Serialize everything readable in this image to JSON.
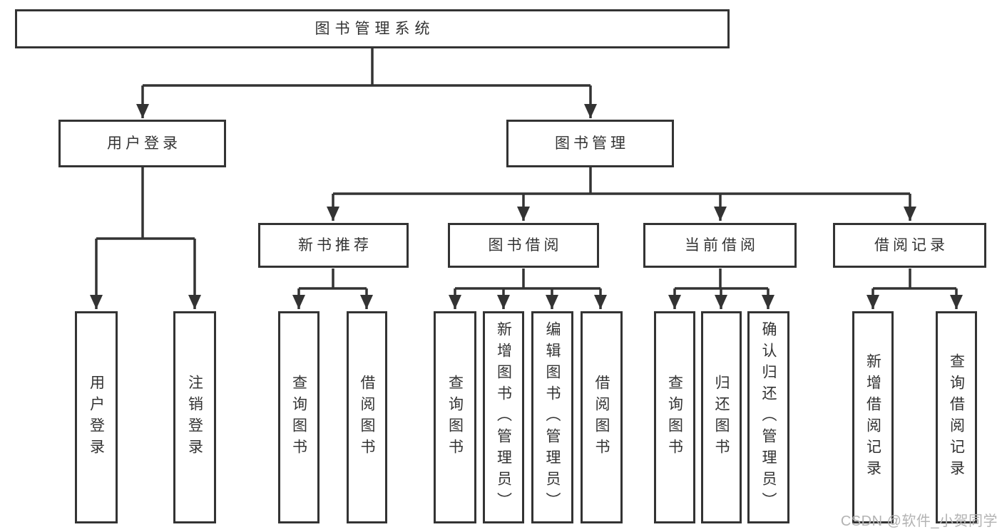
{
  "tree": {
    "root": "图书管理系统",
    "branches": [
      {
        "label": "用户登录",
        "leaves": [
          "用户登录",
          "注销登录"
        ]
      },
      {
        "label": "图书管理",
        "groups": [
          {
            "label": "新书推荐",
            "leaves": [
              "查询图书",
              "借阅图书"
            ]
          },
          {
            "label": "图书借阅",
            "leaves": [
              "查询图书",
              "新增图书（管理员）",
              "编辑图书（管理员）",
              "借阅图书"
            ]
          },
          {
            "label": "当前借阅",
            "leaves": [
              "查询图书",
              "归还图书",
              "确认归还（管理员）"
            ]
          },
          {
            "label": "借阅记录",
            "leaves": [
              "新增借阅记录",
              "查询借阅记录"
            ]
          }
        ]
      }
    ]
  },
  "watermark": {
    "text": "CSDN @软件_小贺同学"
  },
  "colors": {
    "line": "#333333",
    "text": "#333333",
    "background": "#ffffff",
    "watermark": "#b3b3b3"
  }
}
